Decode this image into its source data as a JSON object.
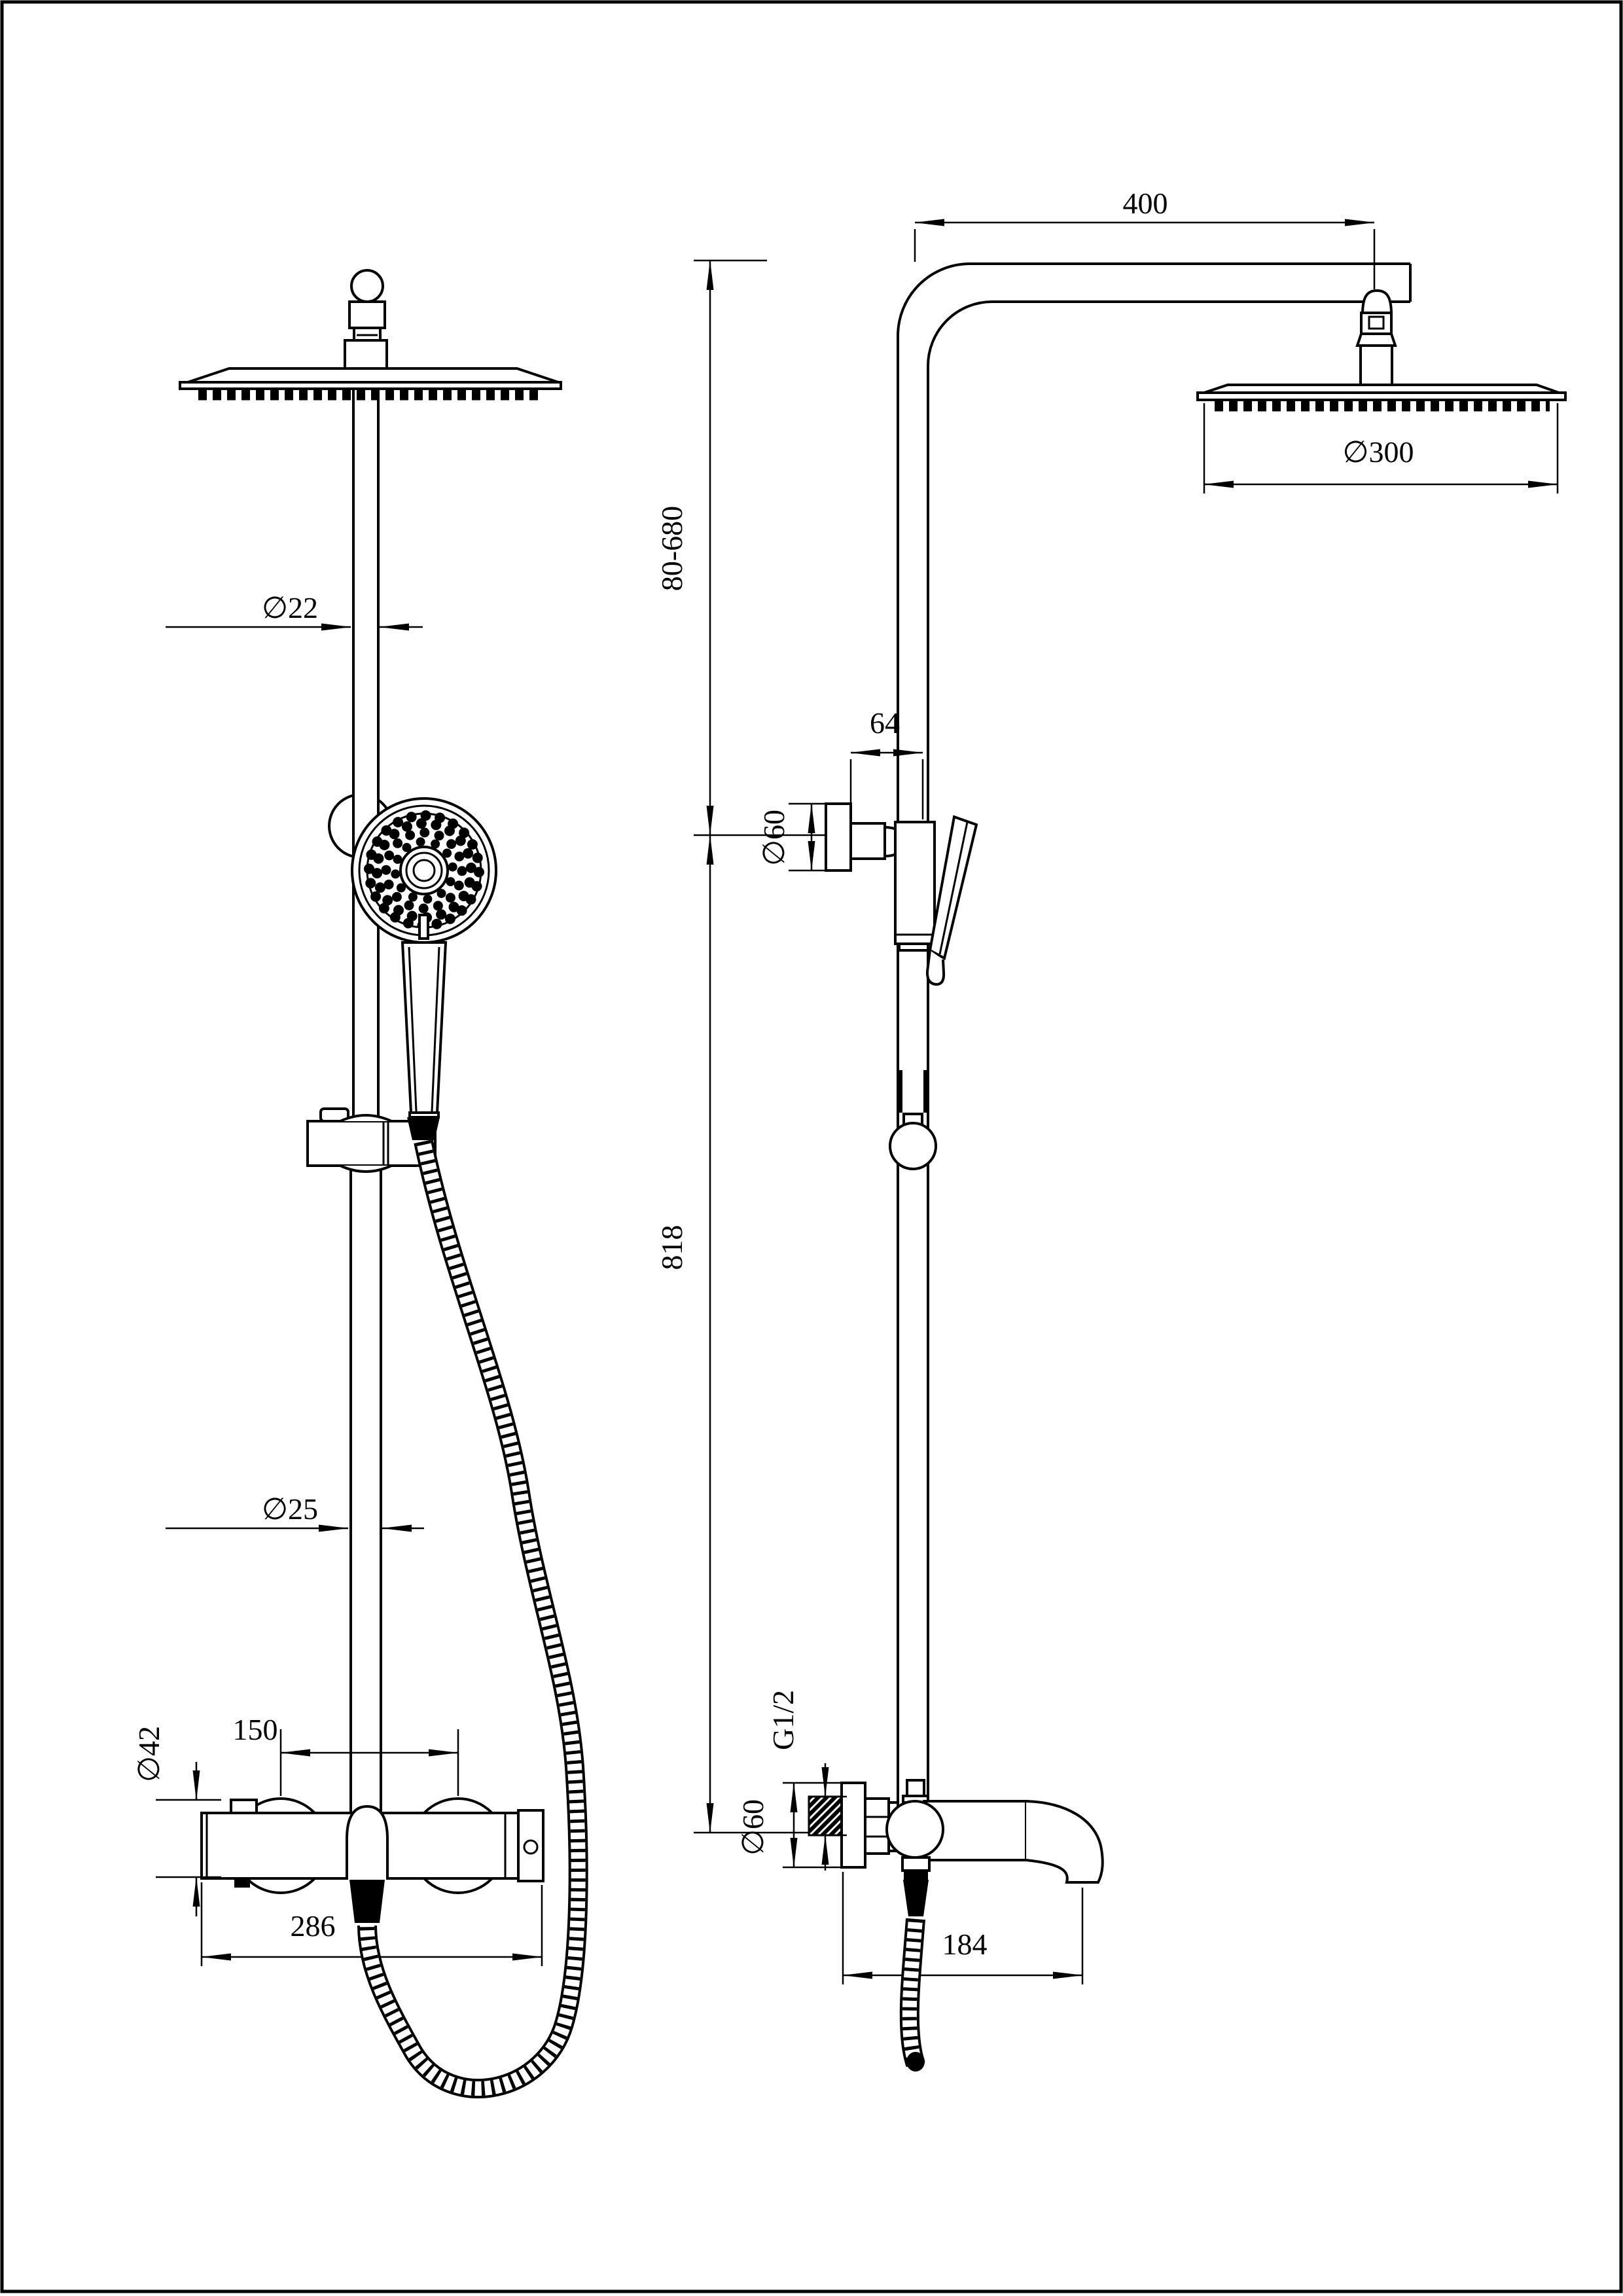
{
  "page": {
    "background": "#ffffff",
    "line_color": "#000000",
    "type": "technical-drawing",
    "subject": "shower-column-two-views"
  },
  "dimensions": {
    "front": {
      "upper_pipe_diameter": "∅22",
      "lower_pipe_diameter": "∅25",
      "valve_body_diameter": "∅42",
      "knob_spacing": "150",
      "valve_width": "286"
    },
    "side": {
      "arm_length": "400",
      "head_diameter": "∅300",
      "adjust_range": "80-680",
      "holder_offset": "64",
      "holder_escutcheon_diameter": "∅60",
      "rail_height": "818",
      "inlet_thread": "G1/2",
      "valve_escutcheon_diameter": "∅60",
      "spout_reach": "184"
    }
  }
}
